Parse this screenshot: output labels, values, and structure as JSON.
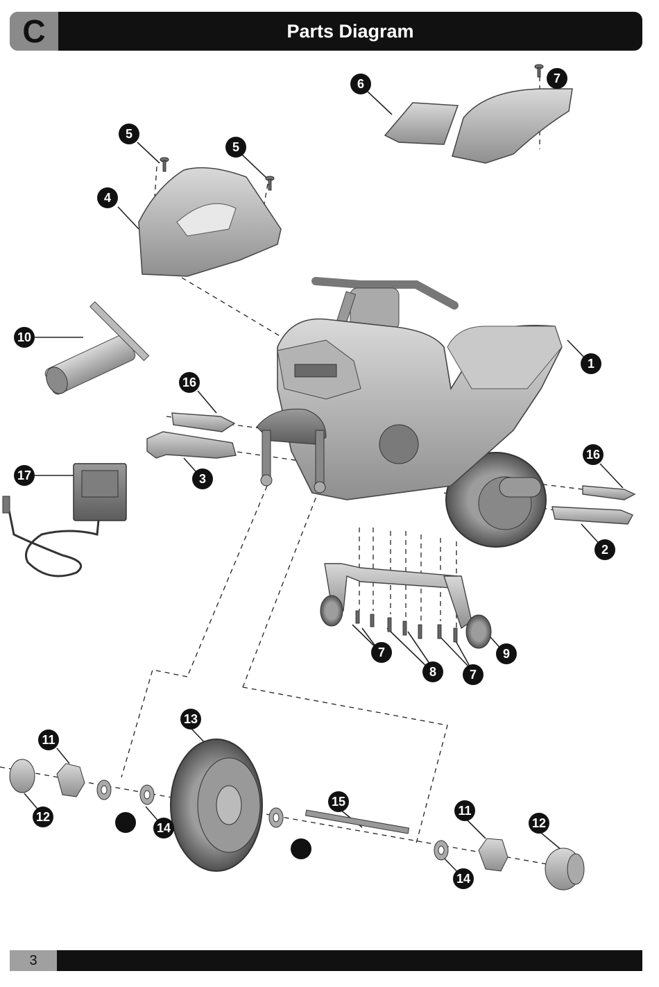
{
  "section": {
    "letter": "C",
    "title": "Parts Diagram"
  },
  "page": {
    "number": "3"
  },
  "callouts": [
    "1",
    "2",
    "3",
    "4",
    "5",
    "5",
    "6",
    "7",
    "7",
    "7",
    "8",
    "9",
    "10",
    "11",
    "11",
    "12",
    "12",
    "13",
    "14",
    "14",
    "15",
    "16",
    "16",
    "17"
  ]
}
